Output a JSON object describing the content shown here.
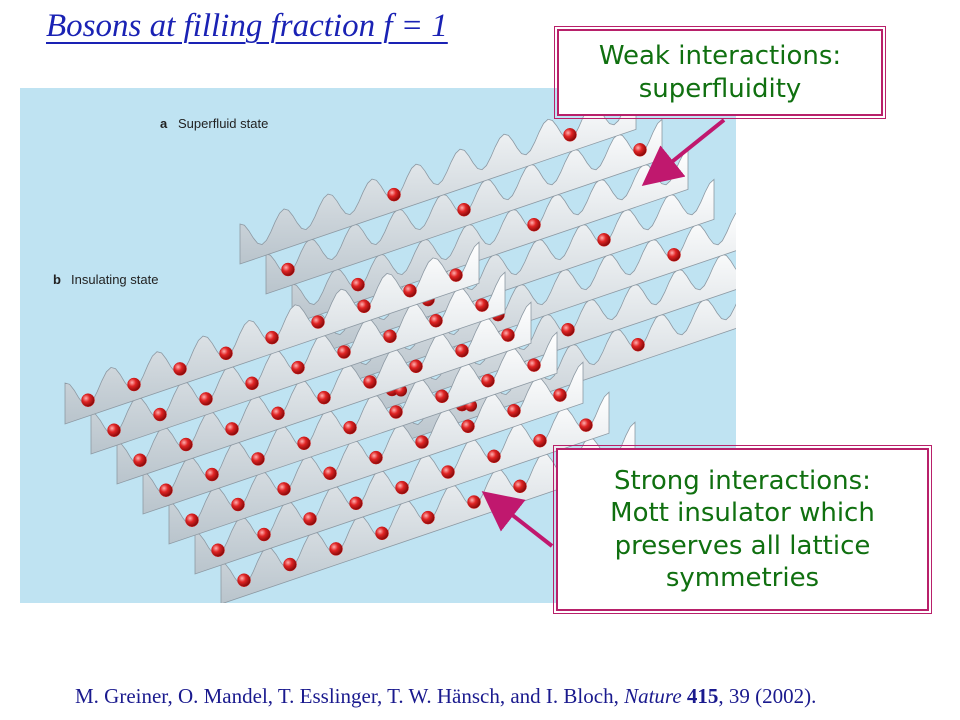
{
  "title": "Bosons at filling fraction f = 1",
  "figure": {
    "panel_a_label": "a",
    "panel_a_text": "Superfluid state",
    "panel_b_label": "b",
    "panel_b_text": "Insulating state",
    "background_color": "#bfe3f2",
    "atom_color": "#d01818"
  },
  "callouts": {
    "weak": {
      "line1": "Weak interactions:",
      "line2": "superfluidity"
    },
    "strong": {
      "line1": "Strong interactions:",
      "line2": "Mott insulator which",
      "line3": "preserves all lattice",
      "line4": "symmetries"
    },
    "border_color": "#b8206a",
    "text_color": "#107010",
    "arrow_color": "#c0186e"
  },
  "citation": {
    "authors": "M. Greiner, O. Mandel, T. Esslinger, T. W. Hänsch, and I. Bloch, ",
    "journal": "Nature",
    "volume": "415",
    "rest": ", 39 (2002)."
  }
}
